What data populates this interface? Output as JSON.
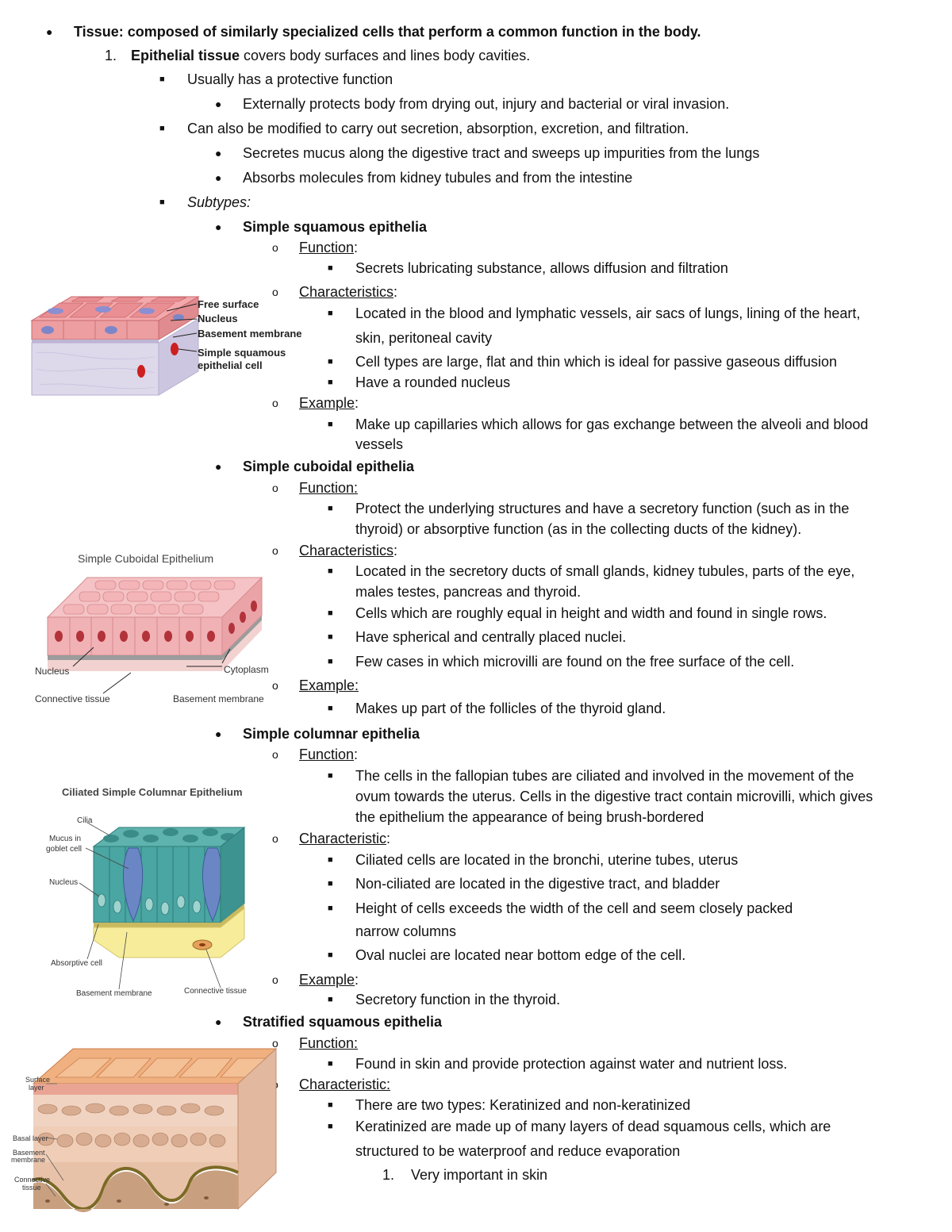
{
  "title": {
    "bold": "Tissue: composed of similarly specialized cells that perform a common function in the body."
  },
  "epithelial": {
    "num": "1.",
    "bold": "Epithelial tissue",
    "rest": " covers body surfaces and lines body cavities."
  },
  "protective": {
    "item": "Usually has a protective function",
    "sub": "Externally protects body from drying out, injury and bacterial or viral invasion."
  },
  "modified": {
    "item": "Can also be modified to carry out secretion, absorption, excretion, and filtration.",
    "sub1": "Secretes mucus along the digestive tract and sweeps up impurities from the lungs",
    "sub2": "Absorbs molecules from kidney tubules and from the intestine"
  },
  "subtypes_label": "Subtypes:",
  "simple_squamous": {
    "heading": "Simple squamous epithelia",
    "function_label": "Function",
    "function_1": "Secrets lubricating substance, allows diffusion and filtration",
    "char_label": "Characteristics",
    "char_1a": "Located in the blood and lymphatic vessels, air sacs of lungs, lining of the heart,",
    "char_1b": "skin, peritoneal cavity",
    "char_2": "Cell types are large, flat and thin which is ideal for passive gaseous diffusion",
    "char_3": "Have a rounded nucleus",
    "example_label": "Example",
    "example_1a": "Make up capillaries which allows for gas exchange between the alveoli and blood",
    "example_1b": "vessels",
    "fig": {
      "l1": "Free surface",
      "l2": "Nucleus",
      "l3": "Basement membrane",
      "l4a": "Simple squamous",
      "l4b": "epithelial cell"
    }
  },
  "simple_cuboidal": {
    "heading": "Simple cuboidal epithelia",
    "function_label": "Function:",
    "function_1a": "Protect the underlying structures and have a secretory function (such as in the",
    "function_1b": "thyroid) or absorptive function (as in the collecting ducts of the kidney).",
    "char_label": "Characteristics",
    "char_1a": "Located in the secretory ducts of small glands, kidney tubules, parts of the eye,",
    "char_1b": "males testes, pancreas and thyroid.",
    "char_2": "Cells which are roughly equal in height and width and found in single rows.",
    "char_3": "Have spherical and centrally placed nuclei.",
    "char_4": "Few cases in which microvilli are found on the free surface of the cell.",
    "example_label": "Example:",
    "example_1": "Makes up part of the follicles of the thyroid gland.",
    "fig": {
      "title": "Simple Cuboidal Epithelium",
      "nucleus": "Nucleus",
      "cytoplasm": "Cytoplasm",
      "connective": "Connective tissue",
      "basement": "Basement membrane"
    }
  },
  "simple_columnar": {
    "heading": "Simple columnar epithelia",
    "function_label": "Function",
    "function_1a": "The cells in the fallopian tubes are ciliated and involved in the movement of the",
    "function_1b": "ovum towards the uterus. Cells in the digestive tract contain microvilli, which gives",
    "function_1c": "the epithelium the appearance of being brush-bordered",
    "char_label": "Characteristic",
    "char_1": "Ciliated cells are located in the bronchi, uterine tubes, uterus",
    "char_2": "Non-ciliated are located in the digestive tract, and bladder",
    "char_3a": "Height of cells exceeds the width of the cell and seem closely packed",
    "char_3b": "narrow columns",
    "char_4": "Oval nuclei are located near bottom edge of the cell.",
    "example_label": "Example",
    "example_1": "Secretory function in the thyroid.",
    "fig": {
      "title": "Ciliated Simple Columnar Epithelium",
      "cilia": "Cilia",
      "mucus_a": "Mucus in",
      "mucus_b": "goblet cell",
      "nucleus": "Nucleus",
      "absorptive": "Absorptive cell",
      "basement": "Basement membrane",
      "connective": "Connective tissue"
    }
  },
  "stratified_squamous": {
    "heading": "Stratified squamous epithelia",
    "function_label": "Function:",
    "function_1": "Found in skin and provide protection against water and nutrient loss.",
    "char_label": "Characteristic:",
    "char_1": "There are two types: Keratinized and non-keratinized",
    "char_2a": "Keratinized are made up of many layers of dead squamous cells, which are",
    "char_2b": "structured to be waterproof and reduce evaporation",
    "num_1": "1.",
    "num_1_text": "Very important in skin",
    "fig": {
      "surface_a": "Surface",
      "surface_b": "layer",
      "basal": "Basal layer",
      "basement_a": "Basement",
      "basement_b": "membrane",
      "connective_a": "Connective",
      "connective_b": "tissue"
    }
  },
  "markers": {
    "bullet": "●",
    "square": "■",
    "circle": "o"
  },
  "colors": {
    "squamous_pink": "#e99a9d",
    "nucleus_blue": "#7b86c9",
    "cuboid_pink": "#f1b2b5",
    "columnar_teal": "#4aa6a2",
    "goblet_blue": "#6a86c4",
    "connective_yellow": "#f6ec9a",
    "strat_orange": "#f0b07f"
  }
}
